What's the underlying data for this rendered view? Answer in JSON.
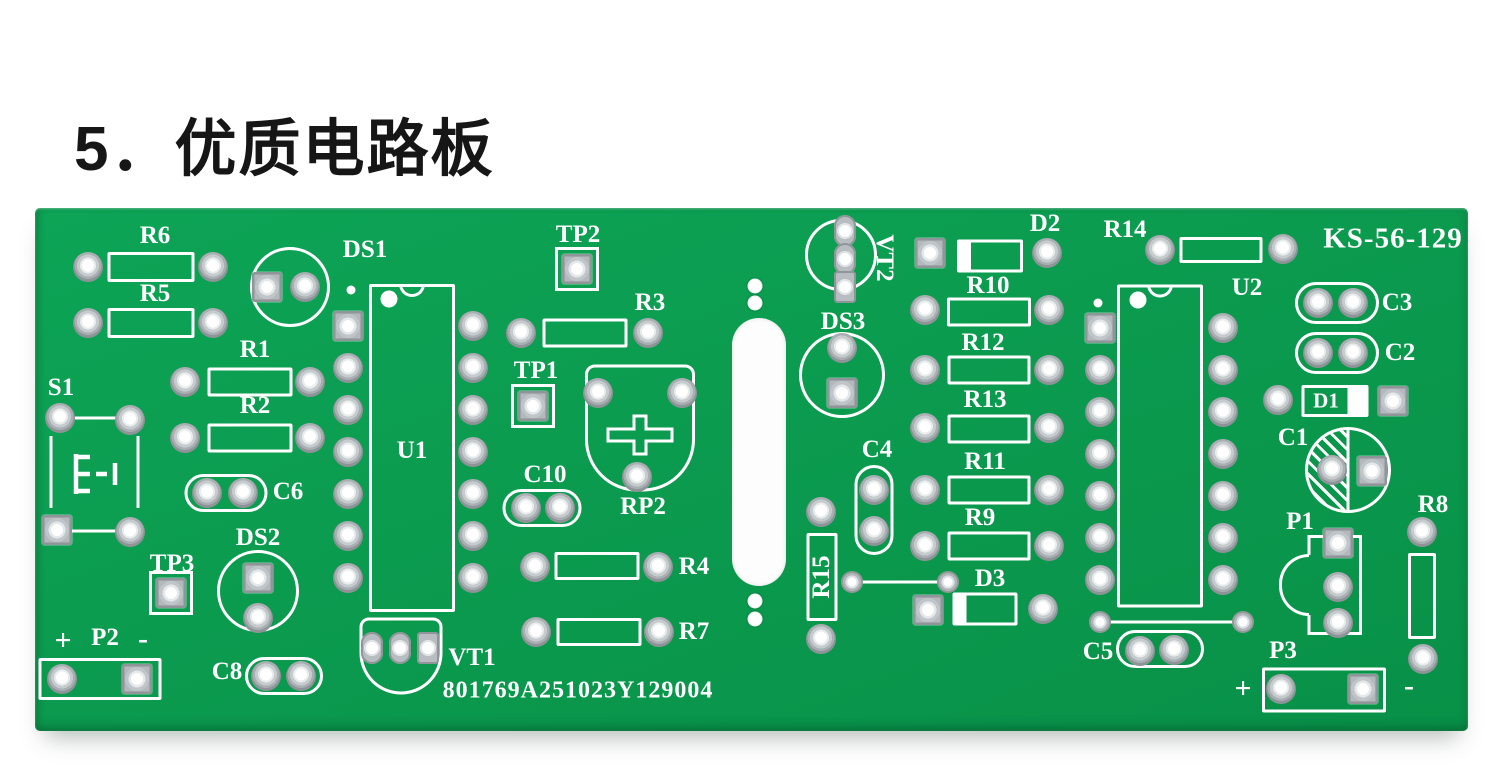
{
  "title": "5．优质电路板",
  "board": {
    "model": "KS-56-129",
    "serial": "801769A251023Y129004",
    "labels": {
      "r1": "R1",
      "r2": "R2",
      "r3": "R3",
      "r4": "R4",
      "r5": "R5",
      "r6": "R6",
      "r7": "R7",
      "r8": "R8",
      "r9": "R9",
      "r10": "R10",
      "r11": "R11",
      "r12": "R12",
      "r13": "R13",
      "r14": "R14",
      "r15": "R15",
      "c1": "C1",
      "c2": "C2",
      "c3": "C3",
      "c4": "C4",
      "c5": "C5",
      "c6": "C6",
      "c8": "C8",
      "c10": "C10",
      "d1": "D1",
      "d2": "D2",
      "d3": "D3",
      "ds1": "DS1",
      "ds2": "DS2",
      "ds3": "DS3",
      "tp1": "TP1",
      "tp2": "TP2",
      "tp3": "TP3",
      "u1": "U1",
      "u2": "U2",
      "vt1": "VT1",
      "vt2": "VT2",
      "rp2": "RP2",
      "s1": "S1",
      "p1": "P1",
      "p2": "P2",
      "p3": "P3"
    },
    "polarity": {
      "plus": "+",
      "minus": "-"
    }
  },
  "colors": {
    "background": "#ffffff",
    "title_text": "#161616",
    "board_green": "#0b9b4f",
    "silkscreen": "#ffffff",
    "pad_silver": "#b9bfc2"
  }
}
